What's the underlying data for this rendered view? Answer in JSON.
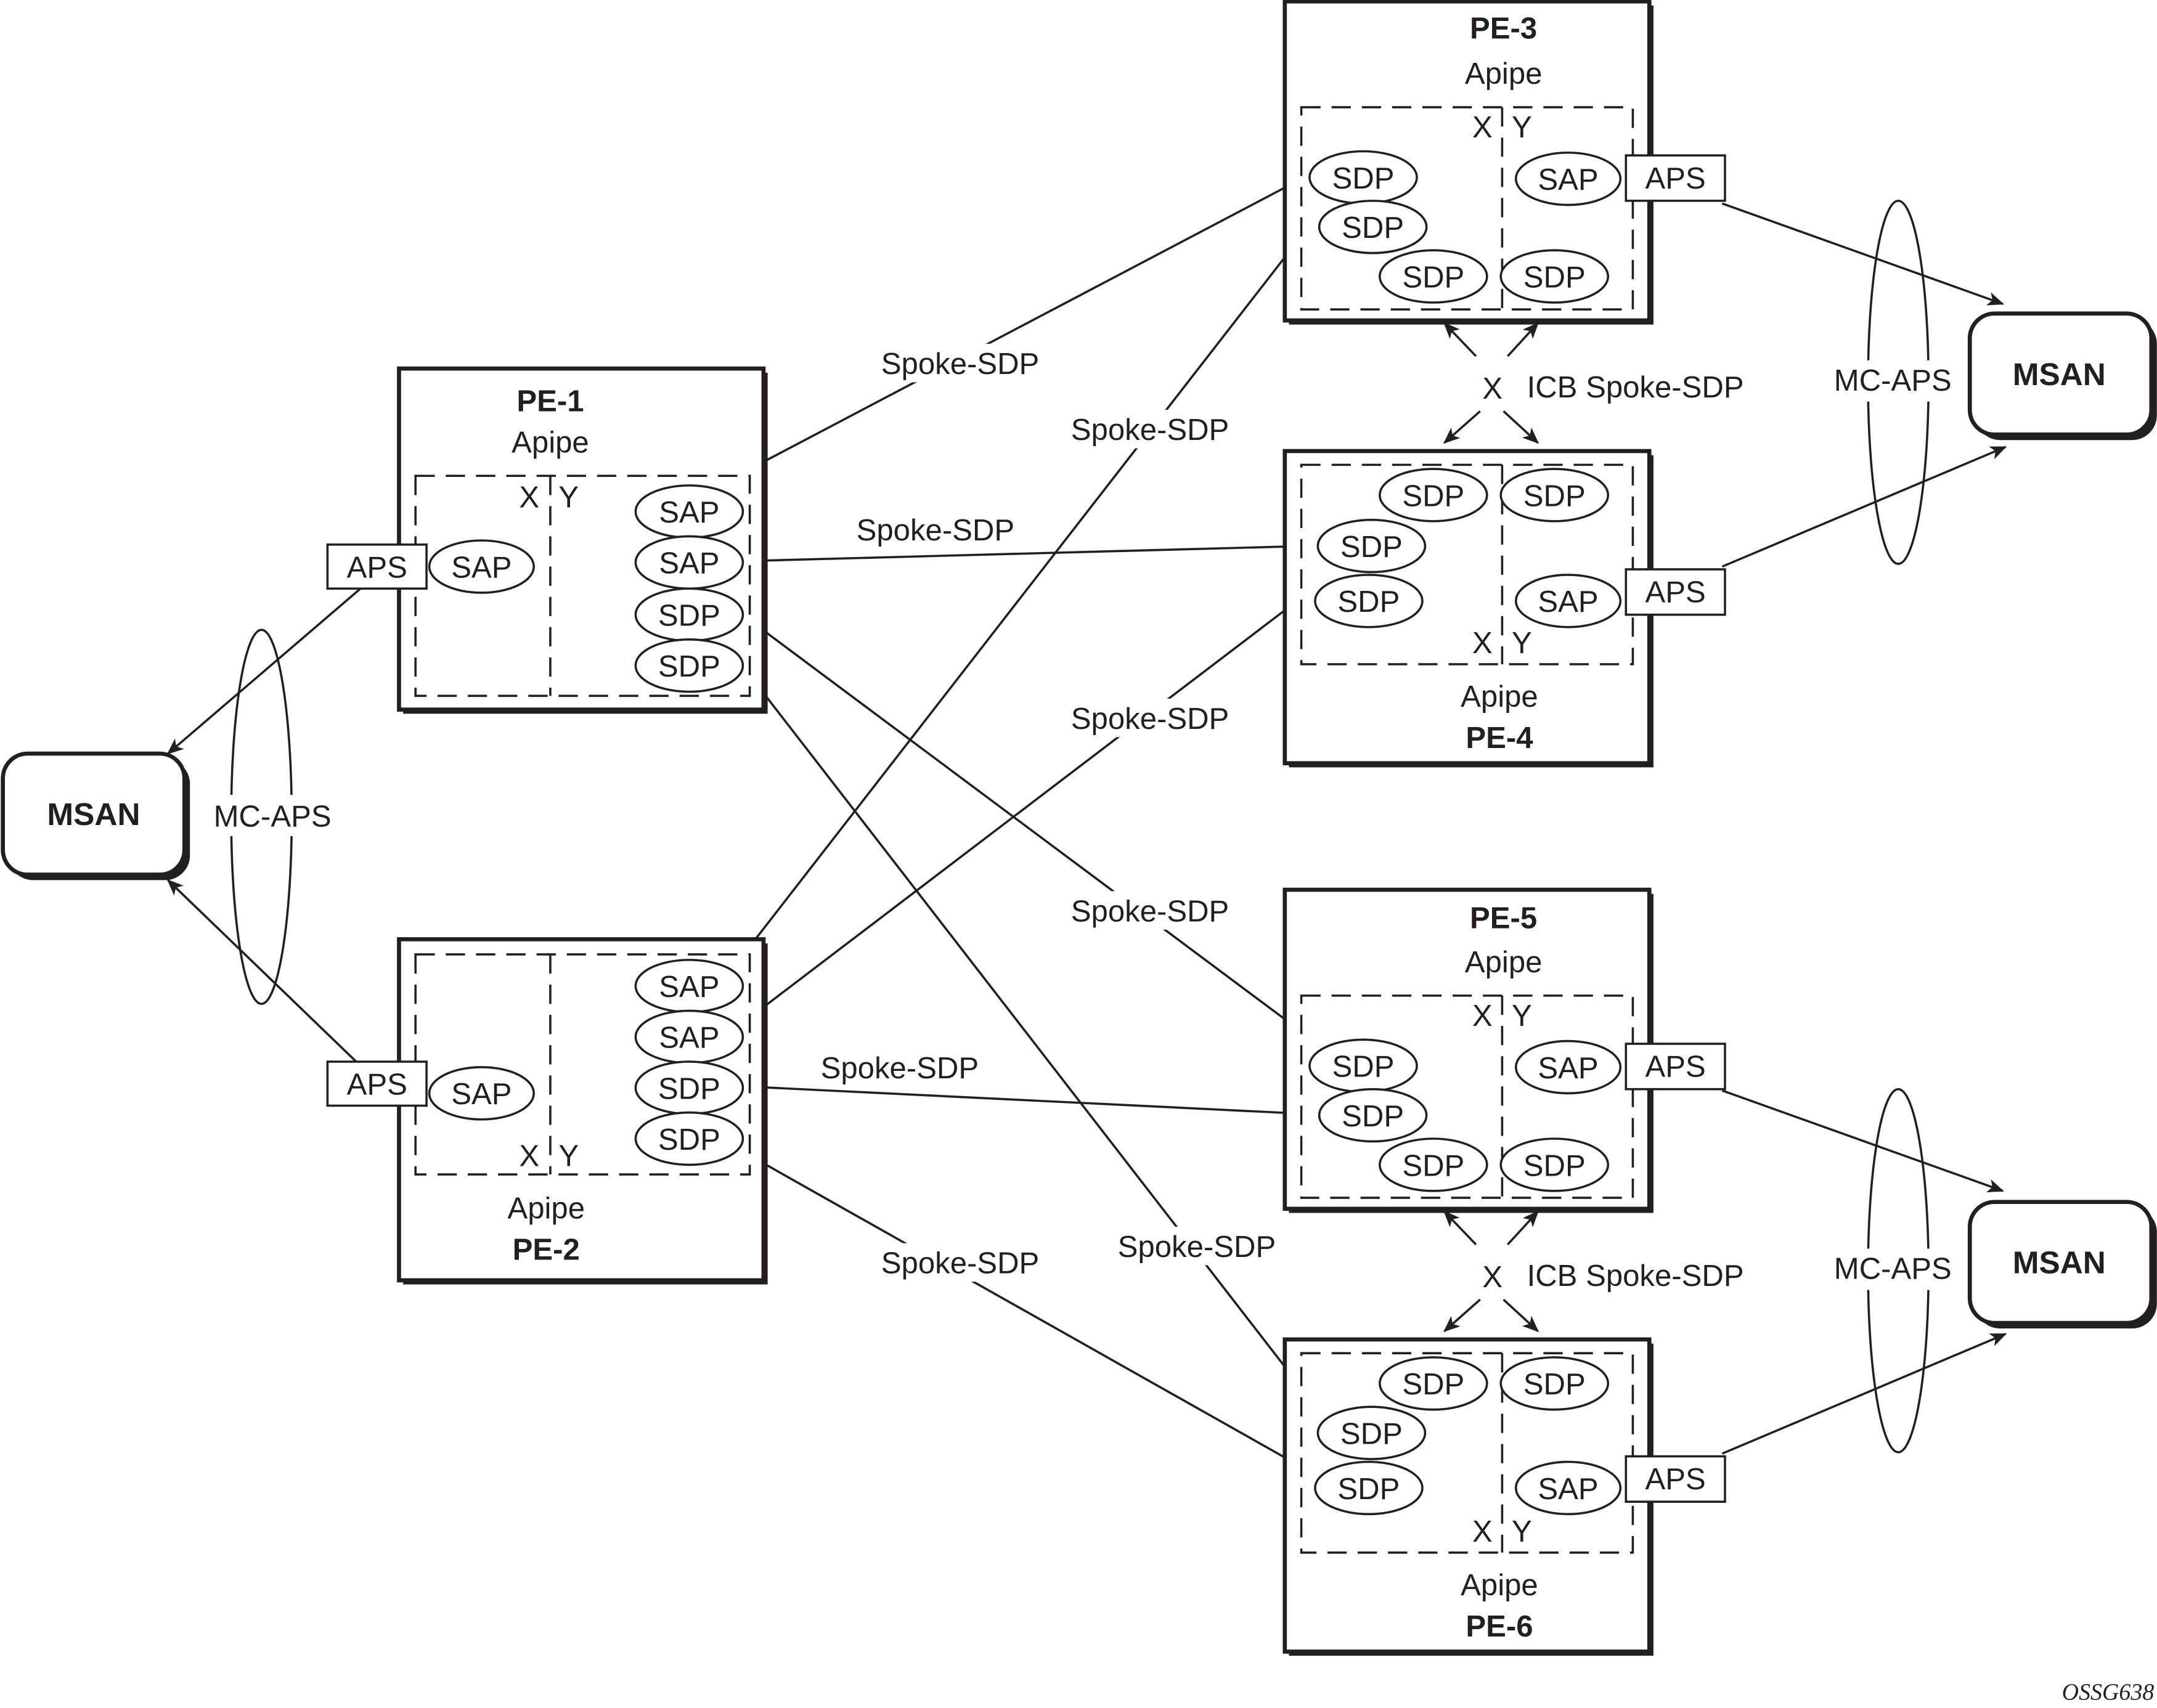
{
  "diagram": {
    "figure_id": "OSSG638",
    "colors": {
      "ink": "#231f20",
      "background": "#ffffff"
    },
    "nodes": {
      "pe1": {
        "name": "PE-1",
        "service": "Apipe",
        "x_label": "X",
        "y_label": "Y",
        "left_aps": "APS",
        "left_sap": "SAP",
        "right_endpoints": [
          "SAP",
          "SAP",
          "SDP",
          "SDP"
        ]
      },
      "pe2": {
        "name": "PE-2",
        "service": "Apipe",
        "x_label": "X",
        "y_label": "Y",
        "left_aps": "APS",
        "left_sap": "SAP",
        "right_endpoints": [
          "SAP",
          "SAP",
          "SDP",
          "SDP"
        ]
      },
      "pe3": {
        "name": "PE-3",
        "service": "Apipe",
        "x_label": "X",
        "y_label": "Y",
        "x_endpoints": [
          "SDP",
          "SDP",
          "SDP"
        ],
        "y_endpoints": [
          "SAP",
          "SDP"
        ],
        "right_aps": "APS"
      },
      "pe4": {
        "name": "PE-4",
        "service": "Apipe",
        "x_label": "X",
        "y_label": "Y",
        "x_endpoints": [
          "SDP",
          "SDP",
          "SDP"
        ],
        "y_endpoints": [
          "SDP",
          "SAP"
        ],
        "right_aps": "APS"
      },
      "pe5": {
        "name": "PE-5",
        "service": "Apipe",
        "x_label": "X",
        "y_label": "Y",
        "x_endpoints": [
          "SDP",
          "SDP",
          "SDP"
        ],
        "y_endpoints": [
          "SAP",
          "SDP"
        ],
        "right_aps": "APS"
      },
      "pe6": {
        "name": "PE-6",
        "service": "Apipe",
        "x_label": "X",
        "y_label": "Y",
        "x_endpoints": [
          "SDP",
          "SDP",
          "SDP"
        ],
        "y_endpoints": [
          "SDP",
          "SAP"
        ],
        "right_aps": "APS"
      },
      "msan_left": {
        "name": "MSAN"
      },
      "msan_top_right": {
        "name": "MSAN"
      },
      "msan_bottom_right": {
        "name": "MSAN"
      }
    },
    "link_labels": {
      "spoke_sdp": "Spoke-SDP",
      "icb_spoke_sdp": "ICB Spoke-SDP",
      "mc_aps": "MC-APS",
      "icb_cross": "X"
    }
  }
}
